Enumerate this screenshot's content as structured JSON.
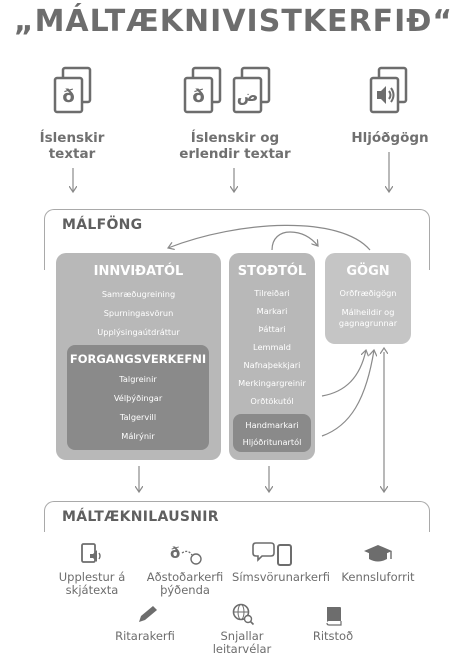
{
  "title": "„MÁLTÆKNIVISTKERFIÐ“",
  "sources": [
    {
      "label_line1": "Íslenskir",
      "label_line2": "textar",
      "glyph": "ð",
      "icon": "icelandic-text-document-icon"
    },
    {
      "label_line1": "Íslenskir og",
      "label_line2": "erlendir textar",
      "glyph": "ð",
      "glyph2": "ض",
      "icon": "multilingual-text-documents-icon"
    },
    {
      "label_line1": "Hljóðgögn",
      "label_line2": "",
      "icon": "audio-document-icon"
    }
  ],
  "malfong": {
    "heading": "MÁLFÖNG",
    "innvidatol": {
      "title": "INNVIÐATÓL",
      "items": [
        "Samræðugreining",
        "Spurningasvörun",
        "Upplýsingaútdráttur"
      ]
    },
    "forgangsverkefni": {
      "title": "FORGANGSVERKEFNI",
      "items": [
        "Talgreinir",
        "Vélþýðingar",
        "Talgervill",
        "Málrýnir"
      ]
    },
    "stodtol": {
      "title": "STOÐTÓL",
      "items": [
        "Tilreiðari",
        "Markari",
        "Þáttari",
        "Lemmald",
        "Nafnaþekkjari",
        "Merkingargreinir",
        "Orðtökutól"
      ],
      "highlighted": [
        "Handmarkari",
        "Hljóðritunartól"
      ]
    },
    "gogn": {
      "title": "GÖGN",
      "items": [
        "Orðfræðigögn",
        "Málheildir og gagnagrunnar"
      ]
    }
  },
  "maltaeknilausnir": {
    "heading": "MÁLTÆKNILAUSNIR",
    "row1": [
      {
        "label_line1": "Upplestur á",
        "label_line2": "skjátexta",
        "icon": "text-to-speech-icon"
      },
      {
        "label_line1": "Aðstoðarkerfi",
        "label_line2": "þýðenda",
        "icon": "translator-assist-icon"
      },
      {
        "label_line1": "Símsvörunarkerfi",
        "label_line2": "",
        "icon": "phone-chat-icon"
      },
      {
        "label_line1": "Kennsluforrit",
        "label_line2": "",
        "icon": "graduation-cap-icon"
      }
    ],
    "row2": [
      {
        "label_line1": "Ritarakerfi",
        "label_line2": "",
        "icon": "pencil-icon"
      },
      {
        "label_line1": "Snjallar",
        "label_line2": "leitarvélar",
        "icon": "search-globe-icon"
      },
      {
        "label_line1": "Ritstoð",
        "label_line2": "",
        "icon": "book-icon"
      }
    ]
  },
  "colors": {
    "box": "#b8b8b8",
    "box_dark": "#8a8a8a",
    "text": "#6d6d6d",
    "line": "#8a8a8a"
  }
}
